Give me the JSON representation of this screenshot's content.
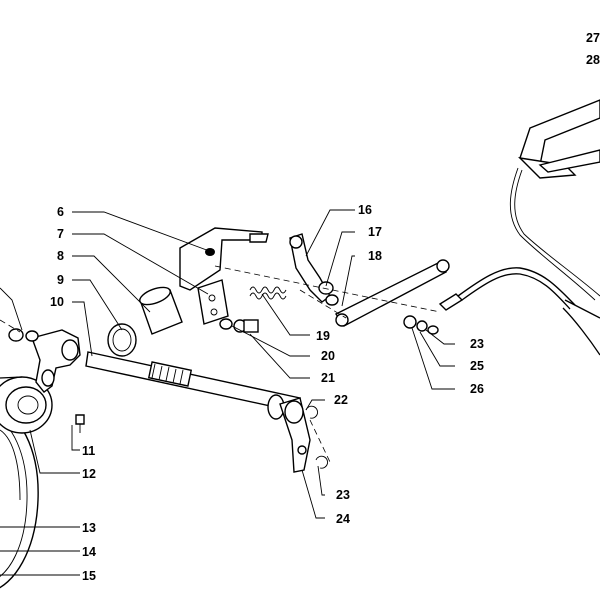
{
  "diagram": {
    "callouts": [
      "6",
      "7",
      "8",
      "9",
      "10",
      "11",
      "12",
      "13",
      "14",
      "15",
      "16",
      "17",
      "18",
      "19",
      "20",
      "21",
      "22",
      "23",
      "24",
      "23",
      "25",
      "26",
      "27",
      "28"
    ]
  }
}
